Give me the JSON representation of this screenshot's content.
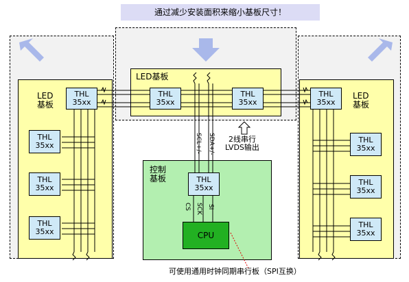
{
  "banner": "通过减少安装面积来缩小基板尺寸！",
  "chip_label": "THL\n35xx",
  "led_board_left": "LED\n基板",
  "led_board_right": "LED\n基板",
  "led_board_top": "LED基板",
  "control_board": "控制\n基板",
  "cpu_label": "CPU",
  "signals": {
    "scl": "SCL+/-",
    "sda": "SDA+/-",
    "cs": "CS",
    "sck": "SCK",
    "si": "SI"
  },
  "serial_note": "2线串行\nLVDS输出",
  "spi_note": "可使用通用时钟同期串行板（SPI互换）",
  "colors": {
    "led_board": "#ffffaa",
    "control_board": "#b3efb0",
    "chip": "#cfe9f7",
    "cpu": "#22b022",
    "arrow": "#a9b8ea",
    "banner": "#dcdcf5"
  }
}
